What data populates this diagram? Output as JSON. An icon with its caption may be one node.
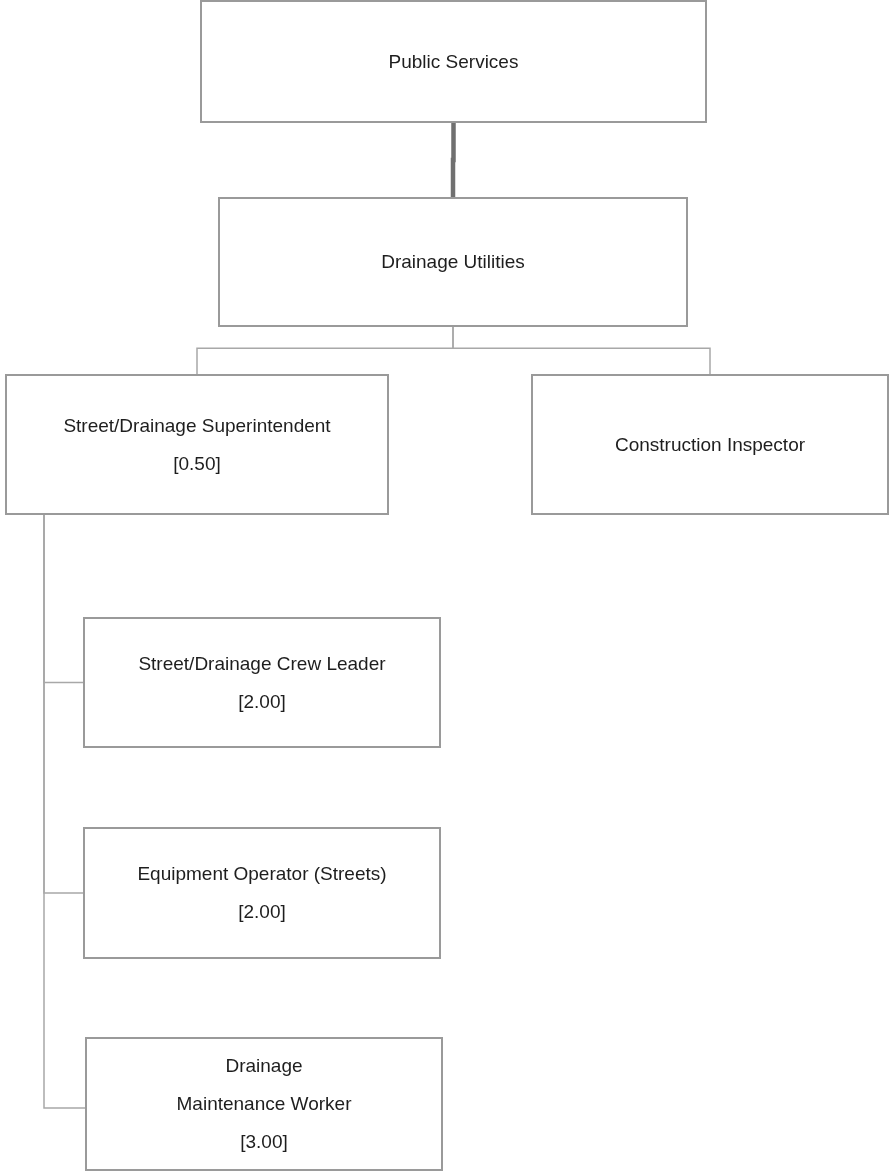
{
  "diagram": {
    "nodes": [
      {
        "text": [
          "Public Services"
        ]
      },
      {
        "text": [
          "Drainage Utilities"
        ]
      },
      {
        "text": [
          "Street/Drainage Superintendent",
          "[0.50]"
        ]
      },
      {
        "text": [
          "Construction Inspector"
        ]
      },
      {
        "text": [
          "Street/Drainage Crew Leader",
          "[2.00]"
        ]
      },
      {
        "text": [
          "Equipment Operator (Streets)",
          "[2.00]"
        ]
      },
      {
        "text": [
          "Drainage Maintenance Worker",
          "[3.00]"
        ]
      }
    ],
    "edges": [
      {
        "from": 0,
        "to": 1,
        "arrow": "none",
        "style": "thick",
        "color": "#707070"
      },
      {
        "from": 1,
        "to": 2,
        "arrow": "none"
      },
      {
        "from": 1,
        "to": 3,
        "arrow": "none"
      },
      {
        "from": 2,
        "to": 4,
        "arrow": "none"
      },
      {
        "from": 2,
        "to": 5,
        "arrow": "none"
      },
      {
        "from": 2,
        "to": 6,
        "arrow": "none"
      }
    ]
  }
}
